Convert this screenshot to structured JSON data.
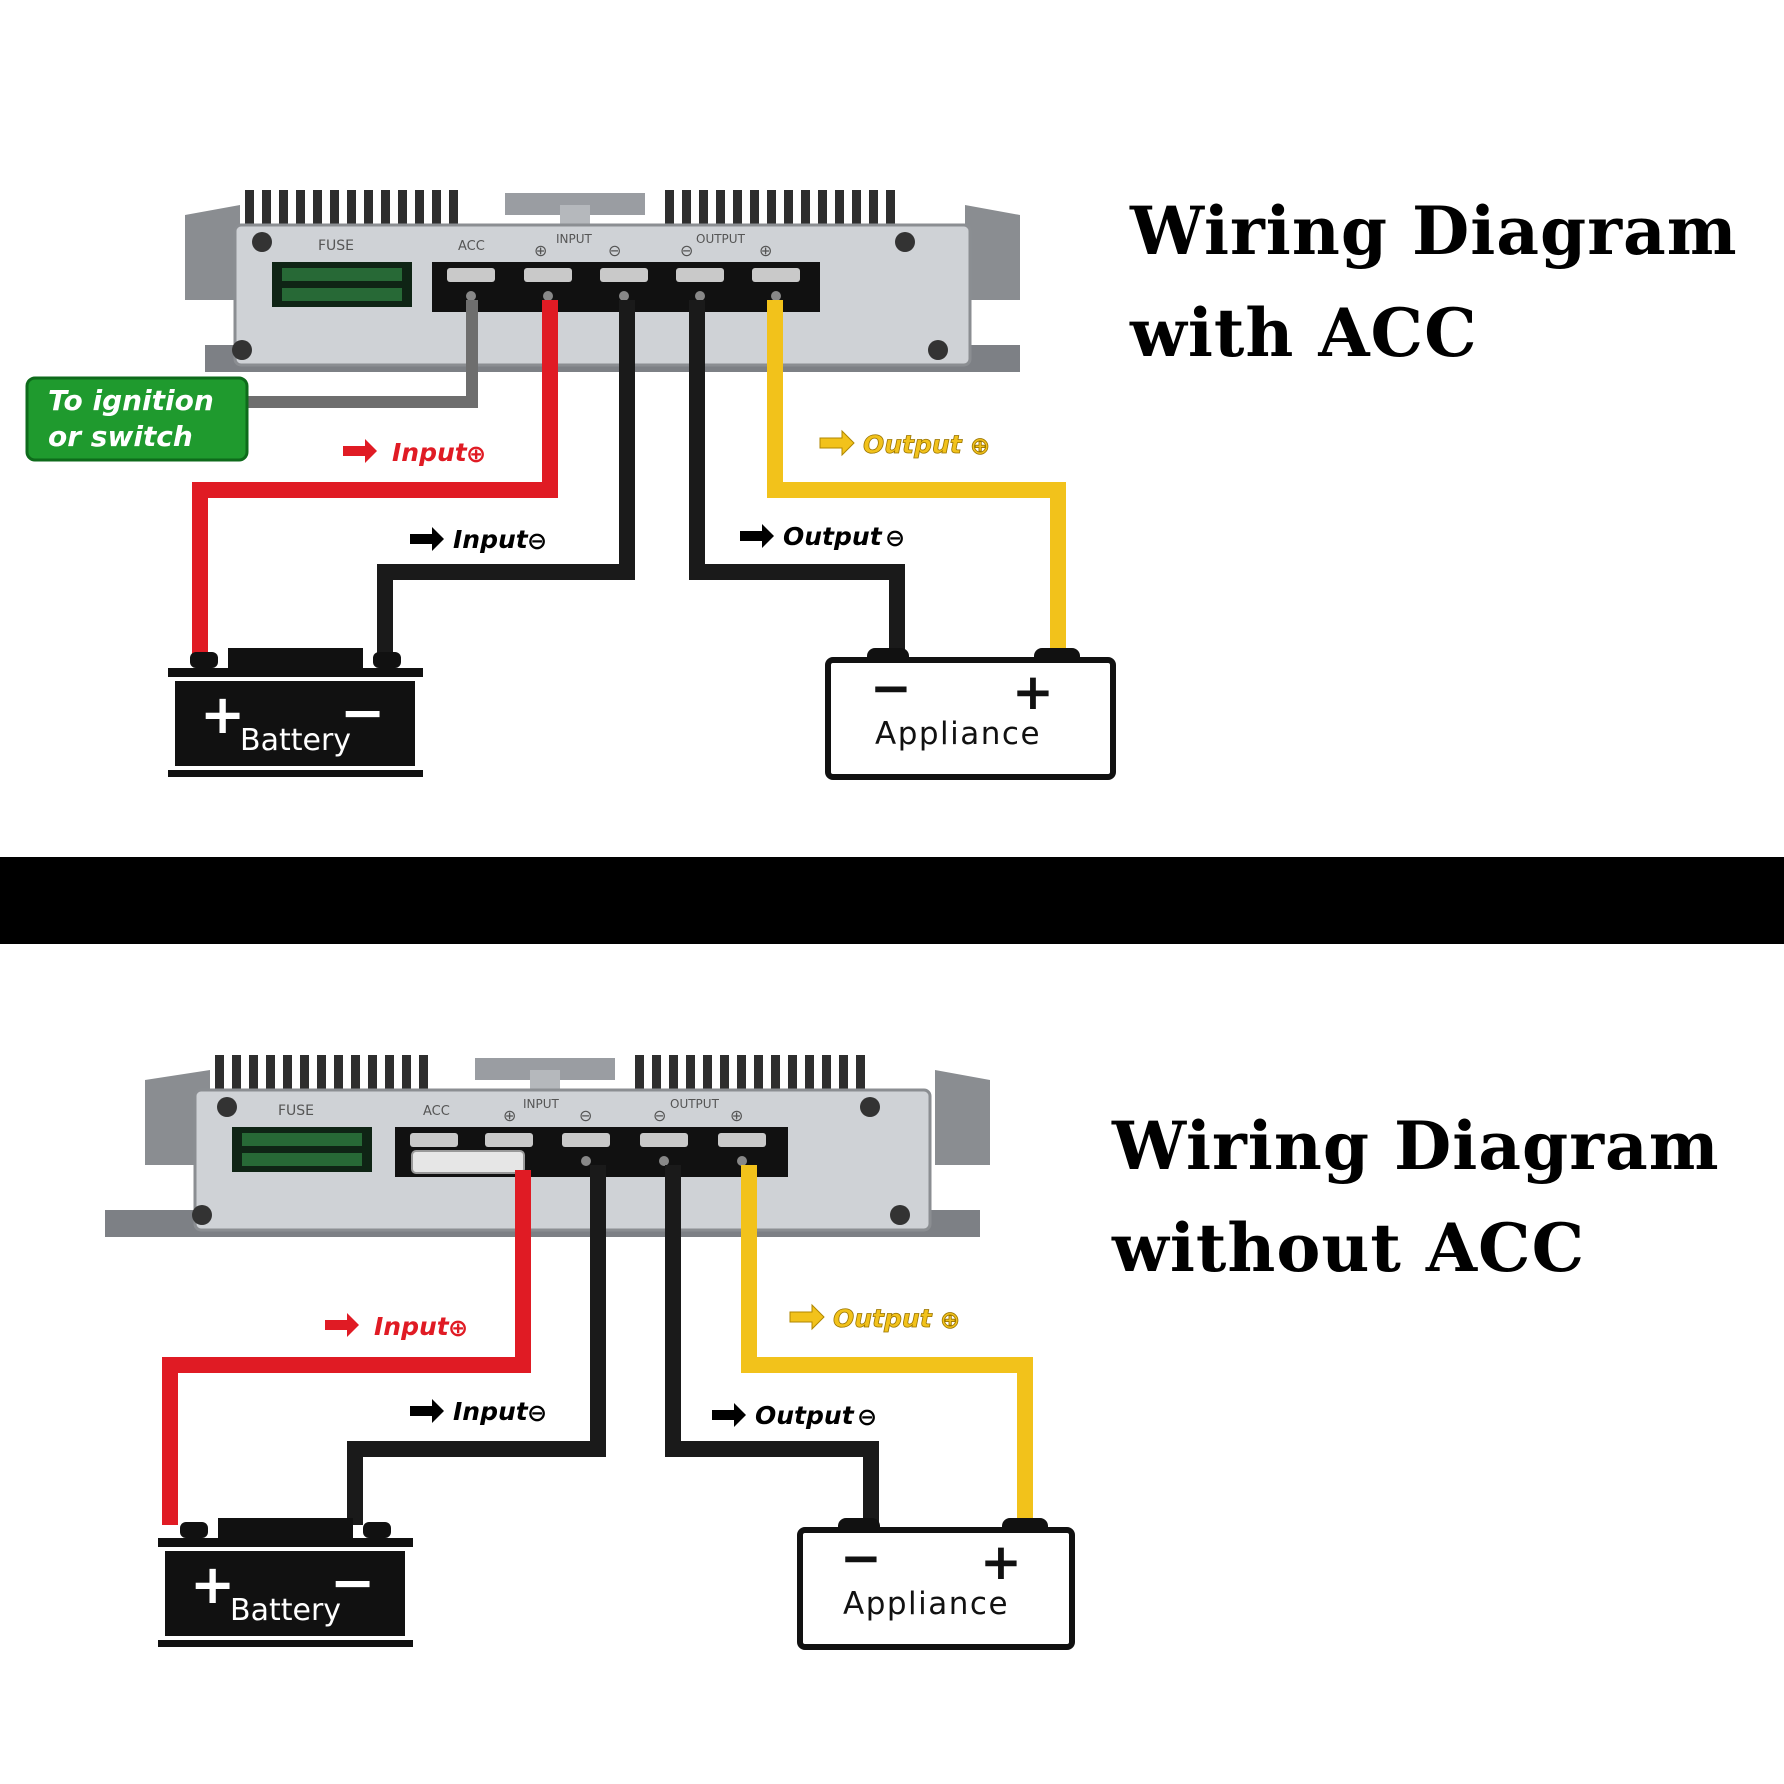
{
  "diagrams": [
    {
      "title_line1": "Wiring Diagram",
      "title_line2": "with ACC",
      "has_acc": true,
      "ignition_label_line1": "To ignition",
      "ignition_label_line2": "or switch",
      "labels": {
        "input_plus": "Input",
        "input_minus": "Input",
        "output_plus": "Output",
        "output_minus": "Output"
      },
      "converter": {
        "fuse_label": "FUSE",
        "acc_label": "ACC",
        "input_label": "INPUT",
        "output_label": "OUTPUT"
      },
      "battery": {
        "plus": "+",
        "minus": "−",
        "label": "Battery"
      },
      "appliance": {
        "minus": "−",
        "plus": "+",
        "label": "Appliance"
      }
    },
    {
      "title_line1": "Wiring Diagram",
      "title_line2": "without ACC",
      "has_acc": false,
      "labels": {
        "input_plus": "Input",
        "input_minus": "Input",
        "output_plus": "Output",
        "output_minus": "Output"
      },
      "converter": {
        "fuse_label": "FUSE",
        "acc_label": "ACC",
        "input_label": "INPUT",
        "output_label": "OUTPUT"
      },
      "battery": {
        "plus": "+",
        "minus": "−",
        "label": "Battery"
      },
      "appliance": {
        "minus": "−",
        "plus": "+",
        "label": "Appliance"
      }
    }
  ],
  "colors": {
    "positive_wire": "#e01b24",
    "negative_wire": "#1a1a1a",
    "output_positive_wire": "#f2c21b",
    "acc_wire": "#6e6e6e",
    "ignition_badge": "#1f9a2e",
    "converter_body": "#cfd2d6",
    "divider": "#000000"
  }
}
